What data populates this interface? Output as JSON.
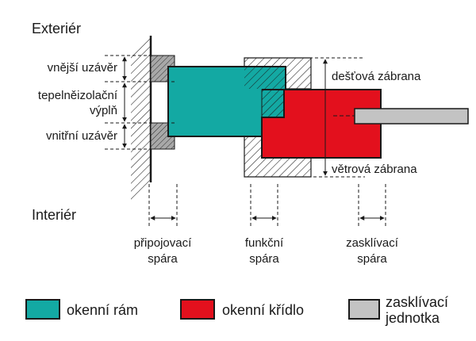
{
  "zones": {
    "exterior": "Exteriér",
    "interior": "Interiér"
  },
  "left_labels": {
    "outer_seal": "vnější uzávěr",
    "insulation_line1": "tepelněizolační",
    "insulation_line2": "výplň",
    "inner_seal": "vnitřní uzávěr"
  },
  "right_labels": {
    "rain_barrier": "dešťová zábrana",
    "wind_barrier": "větrová zábrana"
  },
  "gaps": {
    "connection_line1": "připojovací",
    "connection_line2": "spára",
    "functional_line1": "funkční",
    "functional_line2": "spára",
    "glazing_line1": "zasklívací",
    "glazing_line2": "spára"
  },
  "legend": {
    "frame": "okenní rám",
    "sash": "okenní křídlo",
    "glazing_line1": "zasklívací",
    "glazing_line2": "jednotka"
  },
  "colors": {
    "frame": "#13a9a3",
    "sash": "#e3101d",
    "glazing": "#c3c3c3",
    "seal": "#a8a8a8",
    "line": "#1a1a1a"
  }
}
